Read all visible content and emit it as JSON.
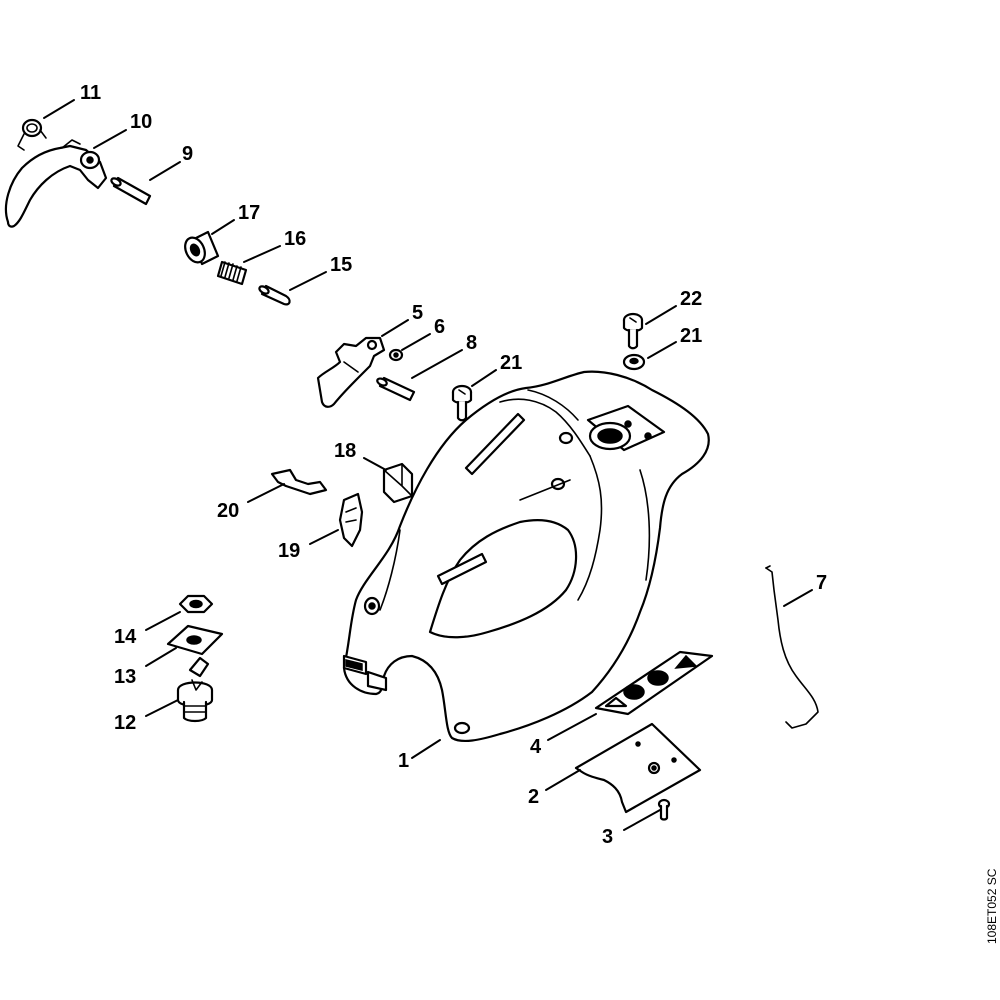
{
  "diagram": {
    "reference_code": "108ET052 SC",
    "callouts": [
      "11",
      "10",
      "9",
      "17",
      "16",
      "15",
      "5",
      "6",
      "8",
      "21",
      "22",
      "21",
      "18",
      "20",
      "19",
      "7",
      "14",
      "13",
      "12",
      "1",
      "4",
      "2",
      "3"
    ]
  },
  "colors": {
    "line": "#000000",
    "background": "#ffffff"
  }
}
